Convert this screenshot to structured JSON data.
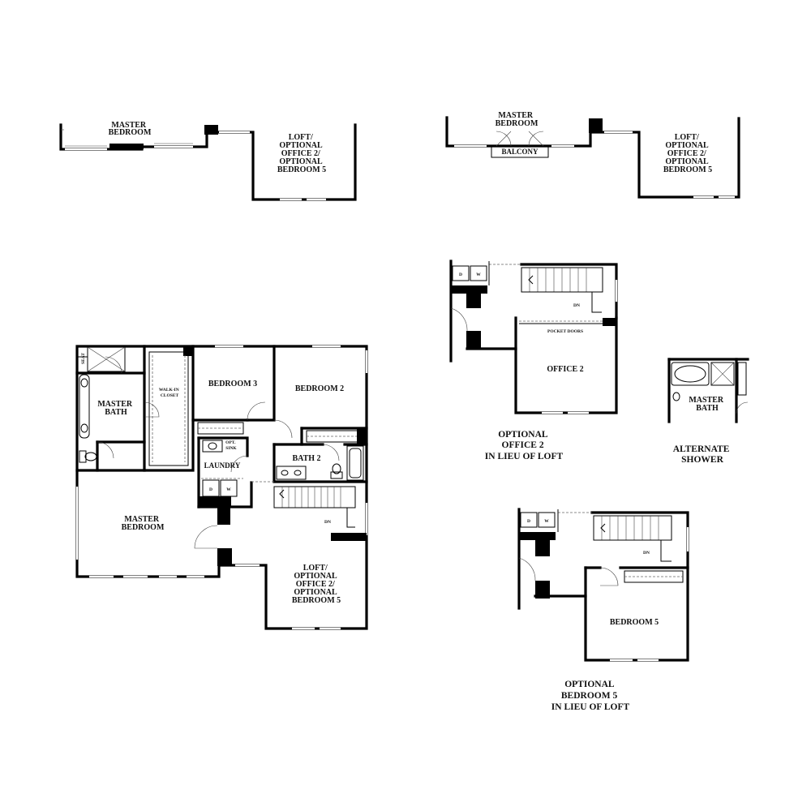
{
  "labels": {
    "top_left_master_bedroom": [
      "MASTER",
      "BEDROOM"
    ],
    "top_left_loft": [
      "LOFT/",
      "OPTIONAL",
      "OFFICE 2/",
      "OPTIONAL",
      "BEDROOM 5"
    ],
    "top_right_master_bedroom": [
      "MASTER",
      "BEDROOM"
    ],
    "top_right_balcony": "BALCONY",
    "top_right_loft": [
      "LOFT/",
      "OPTIONAL",
      "OFFICE 2/",
      "OPTIONAL",
      "BEDROOM 5"
    ],
    "main_seat": "SEAT",
    "main_master_bath": [
      "MASTER",
      "BATH"
    ],
    "main_walk_in_closet": [
      "WALK-IN",
      "CLOSET"
    ],
    "main_bedroom_3": "BEDROOM 3",
    "main_bedroom_2": "BEDROOM 2",
    "main_opt_sink": [
      "OPT.",
      "SINK"
    ],
    "main_laundry": "LAUNDRY",
    "main_bath_2": "BATH 2",
    "main_dryer": "D",
    "main_washer": "W",
    "main_down": "DN",
    "main_master_bedroom": [
      "MASTER",
      "BEDROOM"
    ],
    "main_loft": [
      "LOFT/",
      "OPTIONAL",
      "OFFICE 2/",
      "OPTIONAL",
      "BEDROOM 5"
    ],
    "office_dryer": "D",
    "office_washer": "W",
    "office_down": "DN",
    "office_pocket_doors": "POCKET DOORS",
    "office_2": "OFFICE 2",
    "office_caption": [
      "OPTIONAL",
      "OFFICE 2",
      "IN LIEU OF LOFT"
    ],
    "alt_master_bath": [
      "MASTER",
      "BATH"
    ],
    "alt_caption": [
      "ALTERNATE",
      "SHOWER"
    ],
    "bed5_dryer": "D",
    "bed5_washer": "W",
    "bed5_down": "DN",
    "bed5_bedroom_5": "BEDROOM 5",
    "bed5_caption": [
      "OPTIONAL",
      "BEDROOM 5",
      "IN LIEU OF LOFT"
    ]
  }
}
